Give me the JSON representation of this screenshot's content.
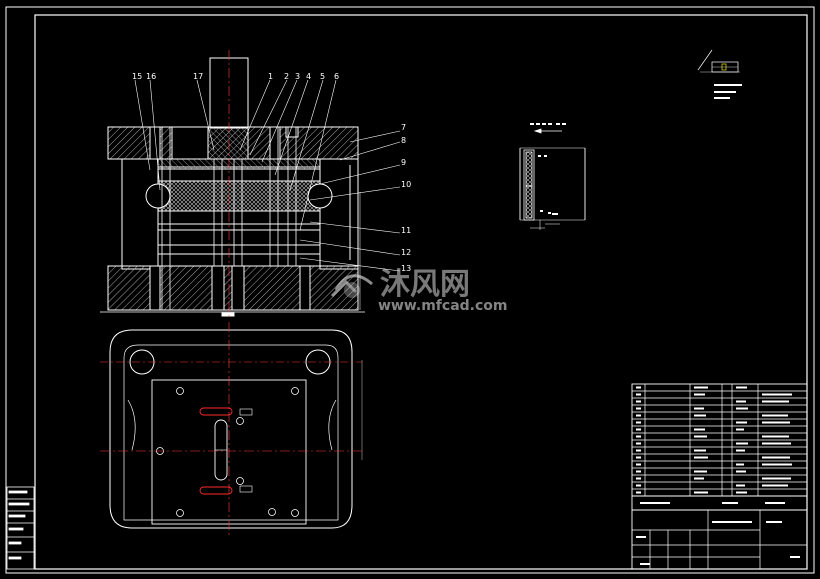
{
  "drawing": {
    "part_numbers_top": [
      "15",
      "16",
      "17",
      "1",
      "2",
      "3",
      "4",
      "5",
      "6"
    ],
    "part_numbers_right": [
      "7",
      "8",
      "9",
      "10",
      "11",
      "12",
      "13"
    ]
  },
  "watermark": {
    "brand": "沐风网",
    "url": "www.mfcad.com"
  },
  "colors": {
    "background": "#000000",
    "lines": "#ffffff",
    "centerline": "#ff3b3b",
    "accent_red": "#ff2a2a",
    "accent_yellow": "#e6e600",
    "hatch": "#cfcfcf"
  }
}
